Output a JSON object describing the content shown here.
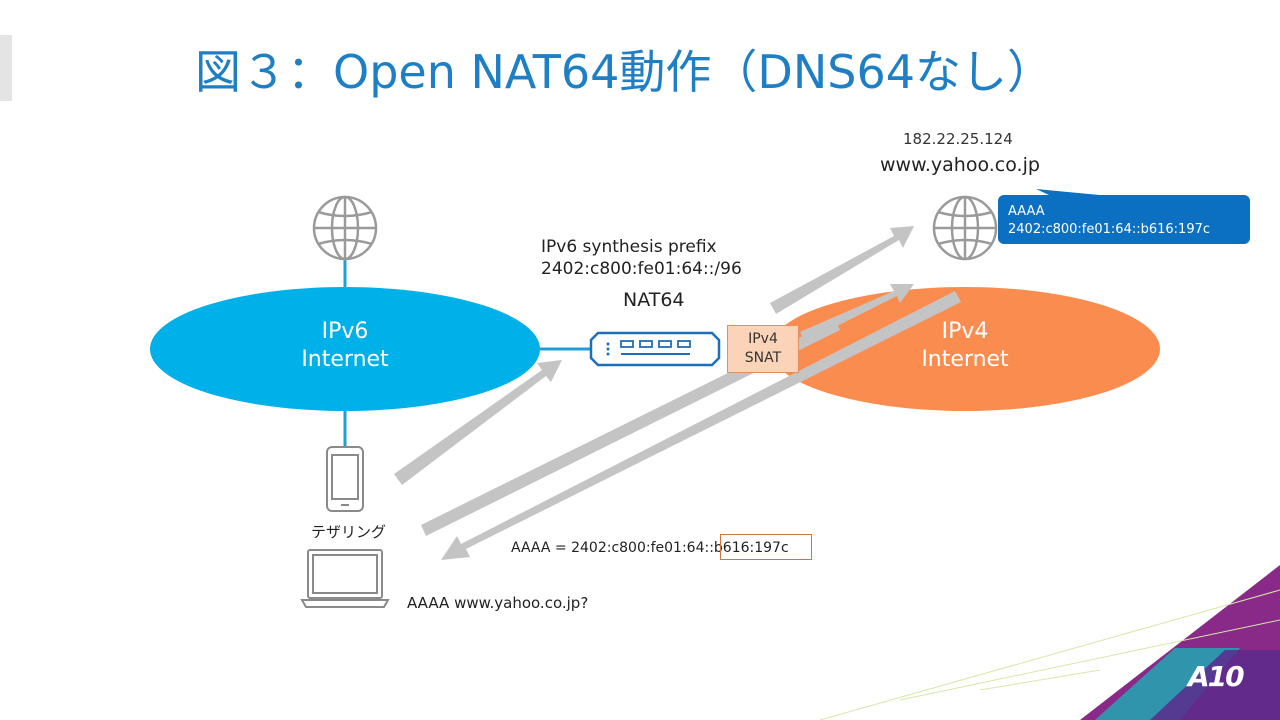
{
  "slide": {
    "title": "図３：Open NAT64動作（DNS64なし）"
  },
  "diagram": {
    "ipv6_cloud": {
      "line1": "IPv6",
      "line2": "Internet"
    },
    "ipv4_cloud": {
      "line1": "IPv4",
      "line2": "Internet"
    },
    "server": {
      "ip": "182.22.25.124",
      "hostname": "www.yahoo.co.jp"
    },
    "callout": {
      "line1": "AAAA",
      "line2": "2402:c800:fe01:64::b616:197c"
    },
    "prefix": {
      "title": "IPv6 synthesis prefix",
      "value": "2402:c800:fe01:64::/96"
    },
    "nat_label": "NAT64",
    "snat": {
      "line1": "IPv4",
      "line2": "SNAT"
    },
    "tethering_label": "テザリング",
    "answer_text": "AAAA = 2402:c800:fe01:64::b616:197c",
    "query_text": "AAAA www.yahoo.co.jp?",
    "colors": {
      "title": "#1e7fc4",
      "ipv6_cloud": "#00b0e8",
      "ipv4_cloud": "#fb8c4f",
      "callout": "#0b70c2",
      "arrow": "#c4c4c4",
      "device": "#1f6fb8",
      "connector": "#1f9fd8"
    }
  },
  "brand": {
    "logo_text": "A10"
  }
}
